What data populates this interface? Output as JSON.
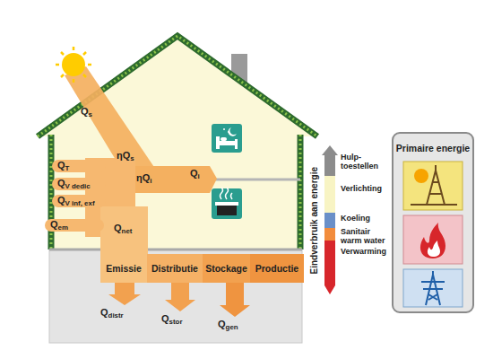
{
  "diagram": {
    "nodes": [
      {
        "text": [
          "Emissie"
        ]
      },
      {
        "text": [
          "Distributie"
        ]
      },
      {
        "text": [
          "Stockage"
        ]
      },
      {
        "text": [
          "Productie"
        ]
      },
      {
        "text": [
          "Primaire energie"
        ]
      }
    ],
    "labels": [
      "Qs",
      "ηQs",
      "QT",
      "QV dedic",
      "QV inf, exf",
      "Qem",
      "ηQi",
      "Qi",
      "Qnet",
      "Qdistr",
      "Qstor",
      "Qgen",
      "Eindverbruik aan energie"
    ],
    "legend": [
      {
        "text": "Hulp-toestellen",
        "color": "#8c8c8c"
      },
      {
        "text": "Verlichting",
        "color": "#f8f4c4"
      },
      {
        "text": "Koeling",
        "color": "#6a8fc8"
      },
      {
        "text": "Sanitair warm water",
        "color": "#f28c3c"
      },
      {
        "text": "Verwarming",
        "color": "#d7262b"
      }
    ]
  }
}
